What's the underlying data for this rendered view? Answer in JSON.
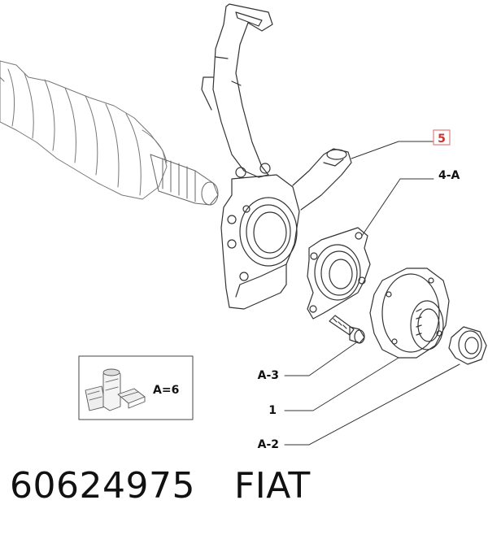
{
  "callouts": {
    "item_5": "5",
    "item_4a": "4-A",
    "item_a3": "A-3",
    "item_1": "1",
    "item_a2": "A-2"
  },
  "kit_box": {
    "label": "A=6"
  },
  "footer": {
    "part_number": "60624975",
    "brand": "FIAT"
  },
  "colors": {
    "line": "#333333",
    "highlight_box": "#e08080",
    "highlight_text": "#cc3333"
  }
}
